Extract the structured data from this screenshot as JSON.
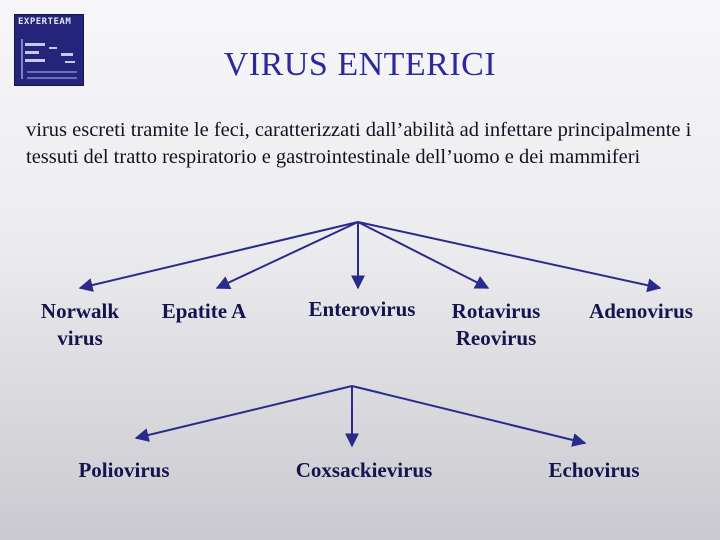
{
  "logo": {
    "text": "EXPERTEAM",
    "alt": "experteam-logo"
  },
  "title": "VIRUS ENTERICI",
  "description": "virus escreti tramite le feci, caratterizzati dall’abilità ad infettare principalmente i tessuti del tratto respiratorio e gastrointestinale dell’uomo e dei mammiferi",
  "categories": [
    {
      "line1": "Norwalk",
      "line2": "virus"
    },
    {
      "line1": "Epatite A"
    },
    {
      "line1": "Enterovirus"
    },
    {
      "line1": "Rotavirus",
      "line2": "Reovirus"
    },
    {
      "line1": "Adenovirus"
    }
  ],
  "enteroviruses": [
    {
      "label": "Poliovirus"
    },
    {
      "label": "Coxsackievirus"
    },
    {
      "label": "Echovirus"
    }
  ]
}
